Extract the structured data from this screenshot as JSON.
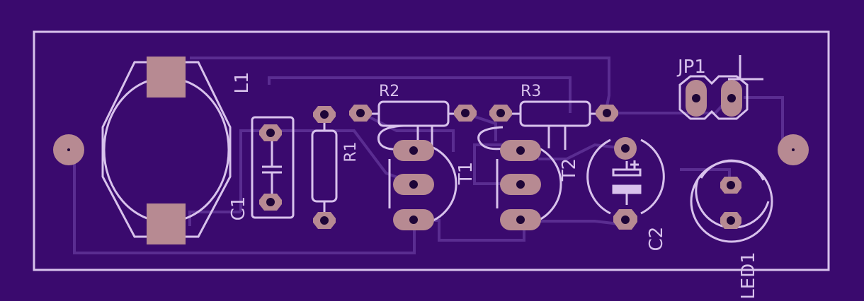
{
  "colors": {
    "board": "#3a0a6e",
    "trace": "#5a2d91",
    "silk": "#d8c2ec",
    "pad": "#b78a92",
    "hole": "#1e0638"
  },
  "labels": {
    "L1": "L1",
    "C1": "C1",
    "R1": "R1",
    "R2": "R2",
    "R3": "R3",
    "T1": "T1",
    "T2": "T2",
    "C2": "C2",
    "JP1": "JP1",
    "LED1": "LED1"
  }
}
